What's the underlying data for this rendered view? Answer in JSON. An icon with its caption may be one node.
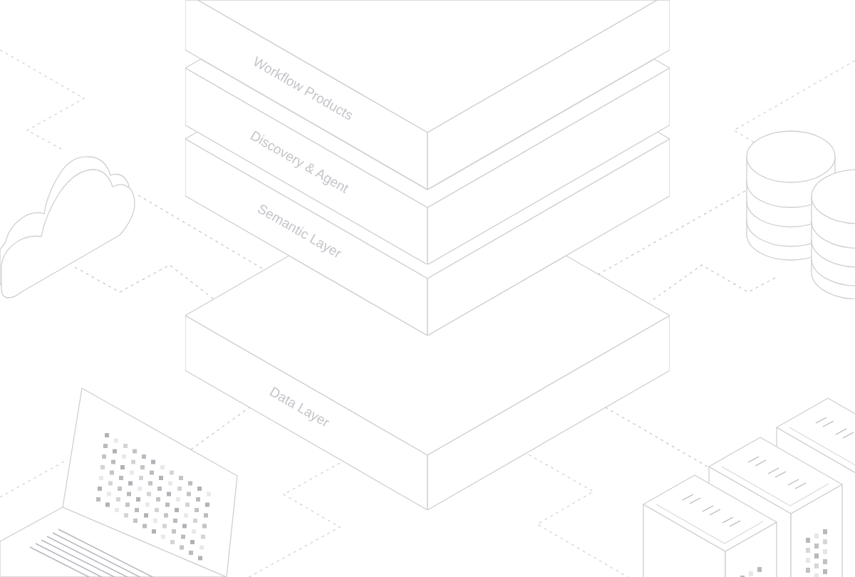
{
  "diagram": {
    "nodes": [
      {
        "text": [
          "Workflow Products"
        ]
      },
      {
        "text": [
          "Discovery & Agent"
        ]
      },
      {
        "text": [
          "Semantic Layer"
        ]
      },
      {
        "text": [
          "Data Layer"
        ]
      },
      {
        "text": [],
        "shape": "cloud"
      },
      {
        "text": [],
        "shape": "cylinder"
      },
      {
        "text": [],
        "shape": "picture"
      },
      {
        "text": [],
        "shape": "picture"
      }
    ],
    "edges": [
      {
        "from": 4,
        "to": 3,
        "arrow": "none",
        "style": "dashed"
      },
      {
        "from": 4,
        "to": 3,
        "arrow": "none",
        "style": "dashed"
      },
      {
        "from": 5,
        "to": 3,
        "arrow": "none",
        "style": "dashed"
      },
      {
        "from": 5,
        "to": 3,
        "arrow": "none",
        "style": "dashed"
      },
      {
        "from": 6,
        "to": 3,
        "arrow": "none",
        "style": "dashed"
      },
      {
        "from": 7,
        "to": 3,
        "arrow": "none",
        "style": "dashed"
      }
    ]
  }
}
